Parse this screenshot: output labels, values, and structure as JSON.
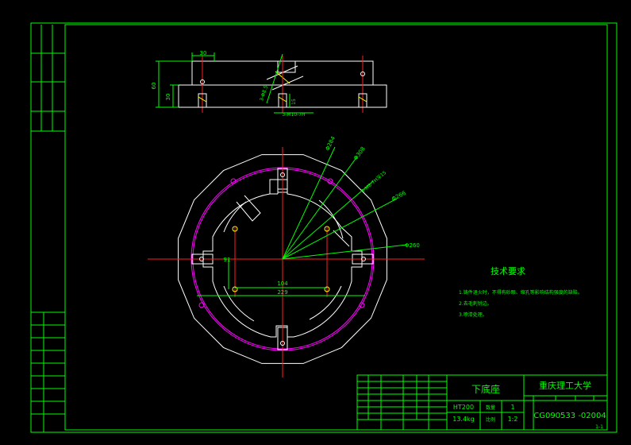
{
  "title_block": {
    "part_name": "下底座",
    "school": "重庆理工大学",
    "material": "HT200",
    "weight": "13.4kg",
    "qty_label": "数量",
    "qty_value": "1",
    "scale_label": "比例",
    "scale_value": "1:2",
    "drawing_no": "CG090533 -02004",
    "sheet_index": "1-1"
  },
  "tech_requirements": {
    "heading": "技术要求",
    "items": [
      "1.铸件退火时，不得有砂眼、缩孔等影响结构强度的缺陷。",
      "2.去毛刺锐边。",
      "3.喷漆处理。"
    ]
  },
  "dimensions": {
    "top_width": "30",
    "height_total": "60",
    "height_lower": "30",
    "holes_note": "3-Φ8.5",
    "thread_note": "3-M10-7H",
    "depth_small": "15",
    "dia_284": "Φ284",
    "dia_308": "Φ308",
    "dia_266": "Φ266",
    "dia_260": "Φ260",
    "tapped_holes": "3-M8-7H深15",
    "span_104": "104",
    "span_229": "229",
    "v_91": "91"
  }
}
